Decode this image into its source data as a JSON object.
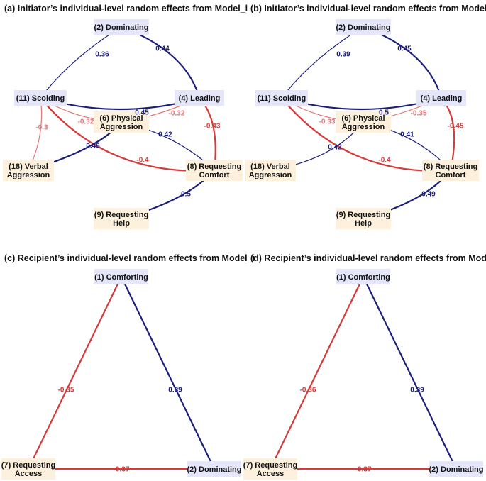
{
  "colors": {
    "positive": "#1b1f7a",
    "negative": "#d63a3a",
    "negative_light": "#e27878",
    "node_blue": "#e6e6fa",
    "node_peach": "#fdf1dd"
  },
  "panels": [
    {
      "id": "a",
      "title": "(a) Initiator’s individual-level random effects from Model_i",
      "nodes": [
        {
          "id": "n2",
          "lines": [
            "(2) Dominating"
          ],
          "style": "blue"
        },
        {
          "id": "n11",
          "lines": [
            "(11) Scolding"
          ],
          "style": "blue"
        },
        {
          "id": "n4",
          "lines": [
            "(4) Leading"
          ],
          "style": "blue"
        },
        {
          "id": "n6",
          "lines": [
            "(6) Physical",
            "Aggression"
          ],
          "style": "peach"
        },
        {
          "id": "n18",
          "lines": [
            "(18) Verbal",
            "Aggression"
          ],
          "style": "peach"
        },
        {
          "id": "n8",
          "lines": [
            "(8) Requesting",
            "Comfort"
          ],
          "style": "peach"
        },
        {
          "id": "n9",
          "lines": [
            "(9) Requesting",
            "Help"
          ],
          "style": "peach"
        }
      ],
      "edges": [
        {
          "from": "n2",
          "to": "n11",
          "label": "0.36",
          "sign": "pos",
          "strength": 1
        },
        {
          "from": "n2",
          "to": "n4",
          "label": "0.44",
          "sign": "pos",
          "strength": 2
        },
        {
          "from": "n11",
          "to": "n4",
          "label": "0.45",
          "sign": "pos",
          "strength": 2
        },
        {
          "from": "n11",
          "to": "n18",
          "label": "-0.3",
          "sign": "neg",
          "strength": 1
        },
        {
          "from": "n11",
          "to": "n6",
          "label": "-0.32",
          "sign": "neg",
          "strength": 1
        },
        {
          "from": "n11",
          "to": "n8",
          "label": "-0.4",
          "sign": "neg",
          "strength": 2
        },
        {
          "from": "n4",
          "to": "n6",
          "label": "-0.32",
          "sign": "neg",
          "strength": 1
        },
        {
          "from": "n4",
          "to": "n8",
          "label": "-0.43",
          "sign": "neg",
          "strength": 2
        },
        {
          "from": "n6",
          "to": "n8",
          "label": "0.42",
          "sign": "pos",
          "strength": 1
        },
        {
          "from": "n18",
          "to": "n6",
          "label": "0.46",
          "sign": "pos",
          "strength": 2
        },
        {
          "from": "n8",
          "to": "n9",
          "label": "0.5",
          "sign": "pos",
          "strength": 2
        }
      ]
    },
    {
      "id": "b",
      "title": "(b) Initiator’s individual-level random effects from Model_ih",
      "nodes": [
        {
          "id": "n2",
          "lines": [
            "(2) Dominating"
          ],
          "style": "blue"
        },
        {
          "id": "n11",
          "lines": [
            "(11) Scolding"
          ],
          "style": "blue"
        },
        {
          "id": "n4",
          "lines": [
            "(4) Leading"
          ],
          "style": "blue"
        },
        {
          "id": "n6",
          "lines": [
            "(6) Physical",
            "Aggression"
          ],
          "style": "peach"
        },
        {
          "id": "n18",
          "lines": [
            "(18) Verbal",
            "Aggression"
          ],
          "style": "peach"
        },
        {
          "id": "n8",
          "lines": [
            "(8) Requesting",
            "Comfort"
          ],
          "style": "peach"
        },
        {
          "id": "n9",
          "lines": [
            "(9) Requesting",
            "Help"
          ],
          "style": "peach"
        }
      ],
      "edges": [
        {
          "from": "n2",
          "to": "n11",
          "label": "0.39",
          "sign": "pos",
          "strength": 1
        },
        {
          "from": "n2",
          "to": "n4",
          "label": "0.45",
          "sign": "pos",
          "strength": 2
        },
        {
          "from": "n11",
          "to": "n4",
          "label": "0.5",
          "sign": "pos",
          "strength": 2
        },
        {
          "from": "n11",
          "to": "n6",
          "label": "-0.33",
          "sign": "neg",
          "strength": 1
        },
        {
          "from": "n11",
          "to": "n8",
          "label": "-0.4",
          "sign": "neg",
          "strength": 2
        },
        {
          "from": "n4",
          "to": "n6",
          "label": "-0.35",
          "sign": "neg",
          "strength": 1
        },
        {
          "from": "n4",
          "to": "n8",
          "label": "-0.45",
          "sign": "neg",
          "strength": 2
        },
        {
          "from": "n6",
          "to": "n8",
          "label": "0.41",
          "sign": "pos",
          "strength": 1
        },
        {
          "from": "n18",
          "to": "n6",
          "label": "0.42",
          "sign": "pos",
          "strength": 1
        },
        {
          "from": "n8",
          "to": "n9",
          "label": "0.49",
          "sign": "pos",
          "strength": 2
        }
      ]
    },
    {
      "id": "c",
      "title": "(c) Recipient’s individual-level random effects from Model_i",
      "nodes": [
        {
          "id": "n1",
          "lines": [
            "(1) Comforting"
          ],
          "style": "blue"
        },
        {
          "id": "n7",
          "lines": [
            "(7) Requesting",
            "Access"
          ],
          "style": "peach"
        },
        {
          "id": "n2",
          "lines": [
            "(2) Dominating"
          ],
          "style": "blue"
        }
      ],
      "edges": [
        {
          "from": "n1",
          "to": "n7",
          "label": "-0.35",
          "sign": "neg",
          "strength": 2
        },
        {
          "from": "n1",
          "to": "n2",
          "label": "0.39",
          "sign": "pos",
          "strength": 2
        },
        {
          "from": "n7",
          "to": "n2",
          "label": "-0.37",
          "sign": "neg",
          "strength": 2
        }
      ]
    },
    {
      "id": "d",
      "title": "(d) Recipient’s individual-level random effects from Model_ih",
      "nodes": [
        {
          "id": "n1",
          "lines": [
            "(1) Comforting"
          ],
          "style": "blue"
        },
        {
          "id": "n7",
          "lines": [
            "(7) Requesting",
            "Access"
          ],
          "style": "peach"
        },
        {
          "id": "n2",
          "lines": [
            "(2) Dominating"
          ],
          "style": "blue"
        }
      ],
      "edges": [
        {
          "from": "n1",
          "to": "n7",
          "label": "-0.36",
          "sign": "neg",
          "strength": 2
        },
        {
          "from": "n1",
          "to": "n2",
          "label": "0.39",
          "sign": "pos",
          "strength": 2
        },
        {
          "from": "n7",
          "to": "n2",
          "label": "-0.37",
          "sign": "neg",
          "strength": 2
        }
      ]
    }
  ]
}
